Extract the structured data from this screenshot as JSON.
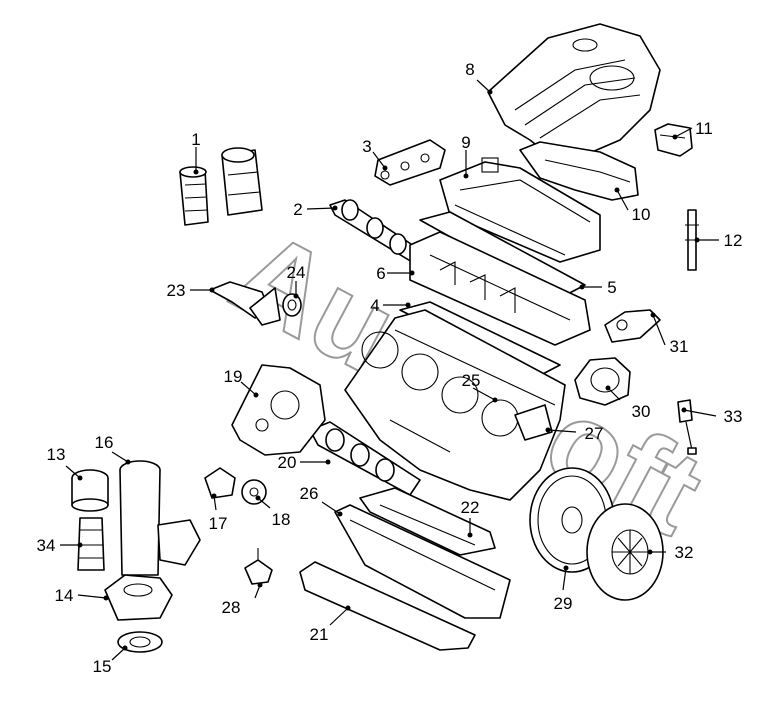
{
  "watermark": {
    "text": "AutoSoft",
    "color": "#9a9a9a"
  },
  "colors": {
    "line": "#000000",
    "background": "#ffffff"
  },
  "callouts": [
    {
      "id": "1",
      "label": "1"
    },
    {
      "id": "2",
      "label": "2"
    },
    {
      "id": "3",
      "label": "3"
    },
    {
      "id": "4",
      "label": "4"
    },
    {
      "id": "5",
      "label": "5"
    },
    {
      "id": "6",
      "label": "6"
    },
    {
      "id": "8",
      "label": "8"
    },
    {
      "id": "9",
      "label": "9"
    },
    {
      "id": "10",
      "label": "10"
    },
    {
      "id": "11",
      "label": "11"
    },
    {
      "id": "12",
      "label": "12"
    },
    {
      "id": "13",
      "label": "13"
    },
    {
      "id": "14",
      "label": "14"
    },
    {
      "id": "15",
      "label": "15"
    },
    {
      "id": "16",
      "label": "16"
    },
    {
      "id": "17",
      "label": "17"
    },
    {
      "id": "18",
      "label": "18"
    },
    {
      "id": "19",
      "label": "19"
    },
    {
      "id": "20",
      "label": "20"
    },
    {
      "id": "21",
      "label": "21"
    },
    {
      "id": "22",
      "label": "22"
    },
    {
      "id": "23",
      "label": "23"
    },
    {
      "id": "24",
      "label": "24"
    },
    {
      "id": "25",
      "label": "25"
    },
    {
      "id": "26",
      "label": "26"
    },
    {
      "id": "27",
      "label": "27"
    },
    {
      "id": "28",
      "label": "28"
    },
    {
      "id": "29",
      "label": "29"
    },
    {
      "id": "30",
      "label": "30"
    },
    {
      "id": "31",
      "label": "31"
    },
    {
      "id": "32",
      "label": "32"
    },
    {
      "id": "33",
      "label": "33"
    },
    {
      "id": "34",
      "label": "34"
    }
  ]
}
